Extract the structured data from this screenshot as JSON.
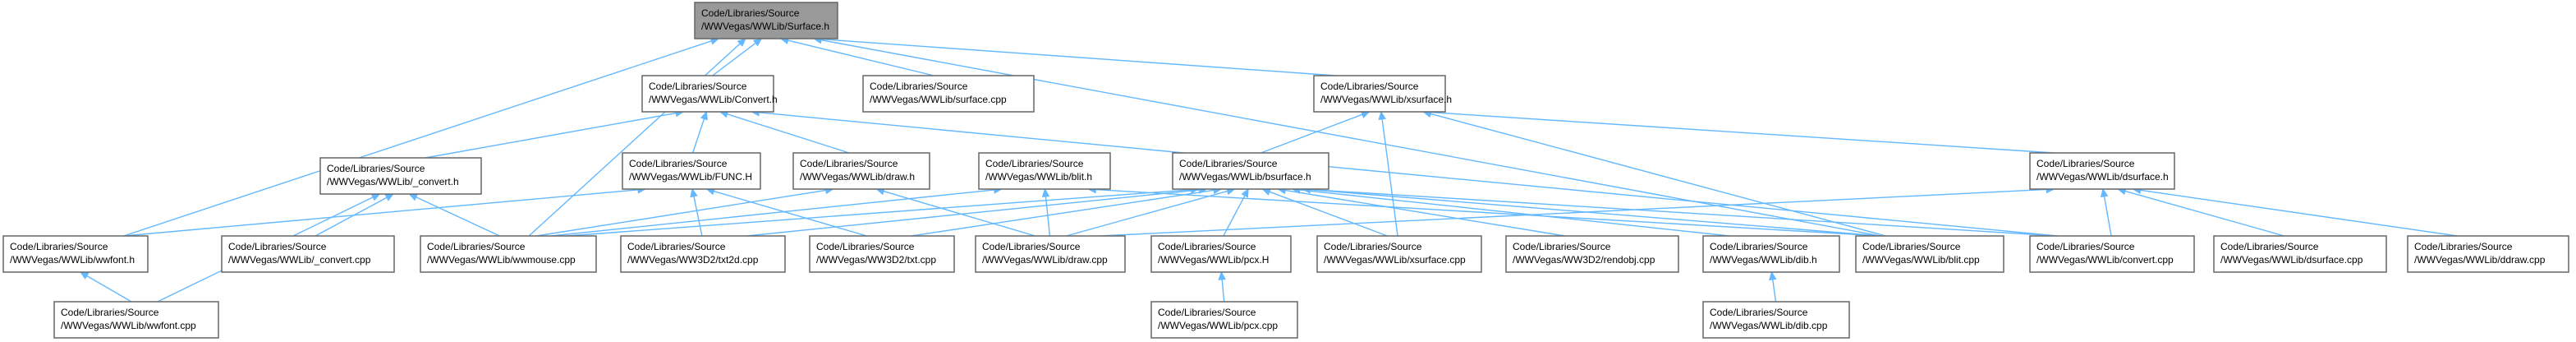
{
  "graph": {
    "nodes": [
      {
        "id": "surface_h",
        "line1": "Code/Libraries/Source",
        "line2": "/WWVegas/WWLib/Surface.h",
        "focus": true
      },
      {
        "id": "convert_h",
        "line1": "Code/Libraries/Source",
        "line2": "/WWVegas/WWLib/Convert.h"
      },
      {
        "id": "surface_cpp",
        "line1": "Code/Libraries/Source",
        "line2": "/WWVegas/WWLib/surface.cpp"
      },
      {
        "id": "xsurface_h",
        "line1": "Code/Libraries/Source",
        "line2": "/WWVegas/WWLib/xsurface.h"
      },
      {
        "id": "_convert_h",
        "line1": "Code/Libraries/Source",
        "line2": "/WWVegas/WWLib/_convert.h"
      },
      {
        "id": "fun_h",
        "line1": "Code/Libraries/Source",
        "line2": "/WWVegas/WWLib/FUNC.H"
      },
      {
        "id": "draw_h",
        "line1": "Code/Libraries/Source",
        "line2": "/WWVegas/WWLib/draw.h"
      },
      {
        "id": "blit_h",
        "line1": "Code/Libraries/Source",
        "line2": "/WWVegas/WWLib/blit.h"
      },
      {
        "id": "bsurface_h",
        "line1": "Code/Libraries/Source",
        "line2": "/WWVegas/WWLib/bsurface.h"
      },
      {
        "id": "dsurface_h",
        "line1": "Code/Libraries/Source",
        "line2": "/WWVegas/WWLib/dsurface.h"
      },
      {
        "id": "wwfont_h",
        "line1": "Code/Libraries/Source",
        "line2": "/WWVegas/WWLib/wwfont.h"
      },
      {
        "id": "_convert_cpp",
        "line1": "Code/Libraries/Source",
        "line2": "/WWVegas/WWLib/_convert.cpp"
      },
      {
        "id": "wwmouse_cpp",
        "line1": "Code/Libraries/Source",
        "line2": "/WWVegas/WWLib/wwmouse.cpp"
      },
      {
        "id": "txt2d_cpp",
        "line1": "Code/Libraries/Source",
        "line2": "/WWVegas/WW3D2/txt2d.cpp"
      },
      {
        "id": "txt_cpp",
        "line1": "Code/Libraries/Source",
        "line2": "/WWVegas/WW3D2/txt.cpp"
      },
      {
        "id": "draw_cpp",
        "line1": "Code/Libraries/Source",
        "line2": "/WWVegas/WWLib/draw.cpp"
      },
      {
        "id": "pcx_h",
        "line1": "Code/Libraries/Source",
        "line2": "/WWVegas/WWLib/pcx.H"
      },
      {
        "id": "xsurface_cpp",
        "line1": "Code/Libraries/Source",
        "line2": "/WWVegas/WWLib/xsurface.cpp"
      },
      {
        "id": "rendobj_cpp",
        "line1": "Code/Libraries/Source",
        "line2": "/WWVegas/WW3D2/rendobj.cpp"
      },
      {
        "id": "dib_h",
        "line1": "Code/Libraries/Source",
        "line2": "/WWVegas/WWLib/dib.h"
      },
      {
        "id": "blit_cpp",
        "line1": "Code/Libraries/Source",
        "line2": "/WWVegas/WWLib/blit.cpp"
      },
      {
        "id": "convert_cpp",
        "line1": "Code/Libraries/Source",
        "line2": "/WWVegas/WWLib/convert.cpp"
      },
      {
        "id": "dsurface_cpp",
        "line1": "Code/Libraries/Source",
        "line2": "/WWVegas/WWLib/dsurface.cpp"
      },
      {
        "id": "ddraw_cpp",
        "line1": "Code/Libraries/Source",
        "line2": "/WWVegas/WWLib/ddraw.cpp"
      },
      {
        "id": "wwfont_cpp",
        "line1": "Code/Libraries/Source",
        "line2": "/WWVegas/WWLib/wwfont.cpp"
      },
      {
        "id": "pcx_cpp",
        "line1": "Code/Libraries/Source",
        "line2": "/WWVegas/WWLib/pcx.cpp"
      },
      {
        "id": "dib_cpp",
        "line1": "Code/Libraries/Source",
        "line2": "/WWVegas/WWLib/dib.cpp"
      }
    ],
    "edges": [
      {
        "from": "convert_h",
        "to": "surface_h"
      },
      {
        "from": "surface_cpp",
        "to": "surface_h"
      },
      {
        "from": "xsurface_h",
        "to": "surface_h"
      },
      {
        "from": "wwfont_h",
        "to": "surface_h"
      },
      {
        "from": "wwmouse_cpp",
        "to": "surface_h"
      },
      {
        "from": "blit_cpp",
        "to": "surface_h"
      },
      {
        "from": "_convert_h",
        "to": "convert_h"
      },
      {
        "from": "fun_h",
        "to": "convert_h"
      },
      {
        "from": "draw_h",
        "to": "convert_h"
      },
      {
        "from": "convert_cpp",
        "to": "convert_h"
      },
      {
        "from": "bsurface_h",
        "to": "xsurface_h"
      },
      {
        "from": "dsurface_h",
        "to": "xsurface_h"
      },
      {
        "from": "xsurface_cpp",
        "to": "xsurface_h"
      },
      {
        "from": "blit_cpp",
        "to": "xsurface_h"
      },
      {
        "from": "_convert_cpp",
        "to": "_convert_h"
      },
      {
        "from": "wwmouse_cpp",
        "to": "_convert_h"
      },
      {
        "from": "wwfont_cpp",
        "to": "_convert_h"
      },
      {
        "from": "wwfont_h",
        "to": "fun_h"
      },
      {
        "from": "txt2d_cpp",
        "to": "fun_h"
      },
      {
        "from": "txt_cpp",
        "to": "fun_h"
      },
      {
        "from": "wwmouse_cpp",
        "to": "draw_h"
      },
      {
        "from": "draw_cpp",
        "to": "draw_h"
      },
      {
        "from": "wwmouse_cpp",
        "to": "blit_h"
      },
      {
        "from": "draw_cpp",
        "to": "blit_h"
      },
      {
        "from": "blit_cpp",
        "to": "blit_h"
      },
      {
        "from": "wwmouse_cpp",
        "to": "bsurface_h"
      },
      {
        "from": "txt2d_cpp",
        "to": "bsurface_h"
      },
      {
        "from": "txt_cpp",
        "to": "bsurface_h"
      },
      {
        "from": "draw_cpp",
        "to": "bsurface_h"
      },
      {
        "from": "pcx_h",
        "to": "bsurface_h"
      },
      {
        "from": "xsurface_cpp",
        "to": "bsurface_h"
      },
      {
        "from": "rendobj_cpp",
        "to": "bsurface_h"
      },
      {
        "from": "dib_h",
        "to": "bsurface_h"
      },
      {
        "from": "blit_cpp",
        "to": "bsurface_h"
      },
      {
        "from": "convert_cpp",
        "to": "bsurface_h"
      },
      {
        "from": "dsurface_cpp",
        "to": "dsurface_h"
      },
      {
        "from": "ddraw_cpp",
        "to": "dsurface_h"
      },
      {
        "from": "convert_cpp",
        "to": "dsurface_h"
      },
      {
        "from": "draw_cpp",
        "to": "dsurface_h"
      },
      {
        "from": "wwfont_cpp",
        "to": "wwfont_h"
      },
      {
        "from": "pcx_cpp",
        "to": "pcx_h"
      },
      {
        "from": "dib_cpp",
        "to": "dib_h"
      }
    ]
  },
  "colors": {
    "edge": "#63b8ff",
    "node_border": "#666666",
    "focus_fill": "#999999",
    "node_fill": "#ffffff"
  }
}
